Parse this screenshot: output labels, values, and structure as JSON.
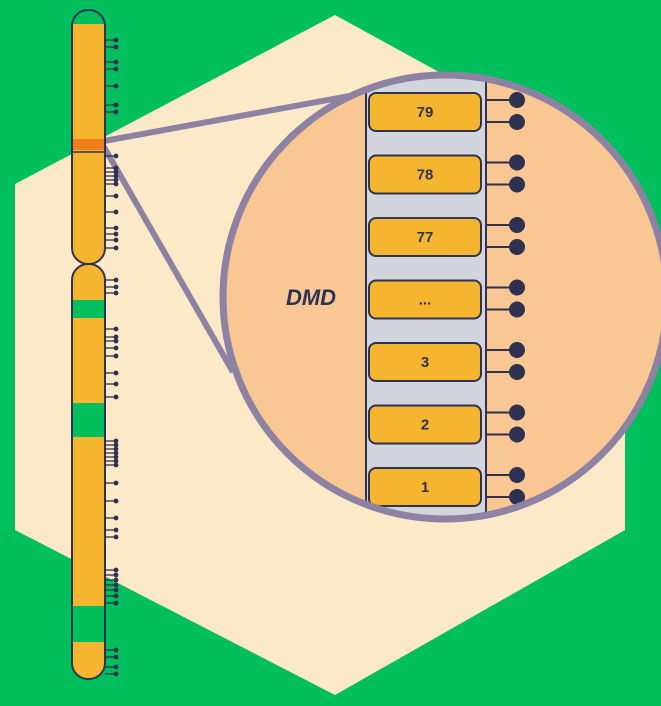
{
  "colors": {
    "background": "#02bf5e",
    "hexagon": "#fbe9c8",
    "chromosome": "#f6b52f",
    "band_highlight": "#ef7d1a",
    "magnifier_fill": "#f8c793",
    "magnifier_stroke": "#8e82a3",
    "dna_strand": "#d3d5de",
    "probe": "#2e3150",
    "outline": "#2f3350"
  },
  "gene": {
    "label": "DMD"
  },
  "exons": [
    {
      "label": "79"
    },
    {
      "label": "78"
    },
    {
      "label": "77"
    },
    {
      "label": "..."
    },
    {
      "label": "3"
    },
    {
      "label": "2"
    },
    {
      "label": "1"
    }
  ],
  "icons": {
    "chromosome": "chromosome-icon",
    "magnifier": "magnifier-circle",
    "probe": "probe-icon"
  }
}
